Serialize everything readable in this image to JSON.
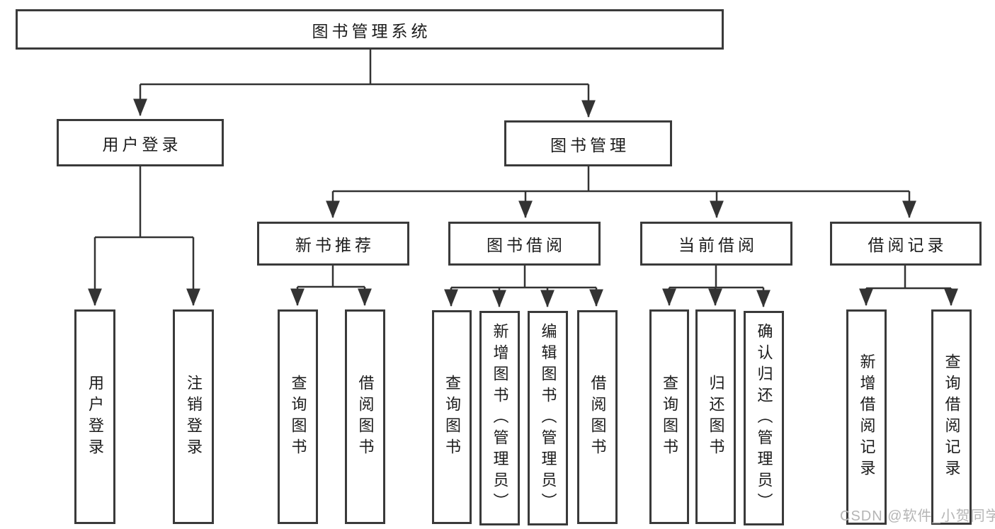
{
  "diagram": {
    "root": "图书管理系统",
    "level2": [
      "用户登录",
      "图书管理"
    ],
    "level3": [
      "新书推荐",
      "图书借阅",
      "当前借阅",
      "借阅记录"
    ],
    "leaves": {
      "user_login": [
        "用户登录",
        "注销登录"
      ],
      "new_book": [
        "查询图书",
        "借阅图书"
      ],
      "book_borrow": [
        "查询图书",
        "新增图书（管理员）",
        "编辑图书（管理员）",
        "借阅图书"
      ],
      "current_borrow": [
        "查询图书",
        "归还图书",
        "确认归还（管理员）"
      ],
      "borrow_record": [
        "新增借阅记录",
        "查询借阅记录"
      ]
    },
    "colors": {
      "line": "#333333",
      "box_border": "#3a3a3a",
      "text": "#1c1c1c",
      "background": "#ffffff",
      "watermark": "#b5b5b5"
    }
  },
  "watermark": {
    "text": "CSDN @软件_小贺同学"
  }
}
